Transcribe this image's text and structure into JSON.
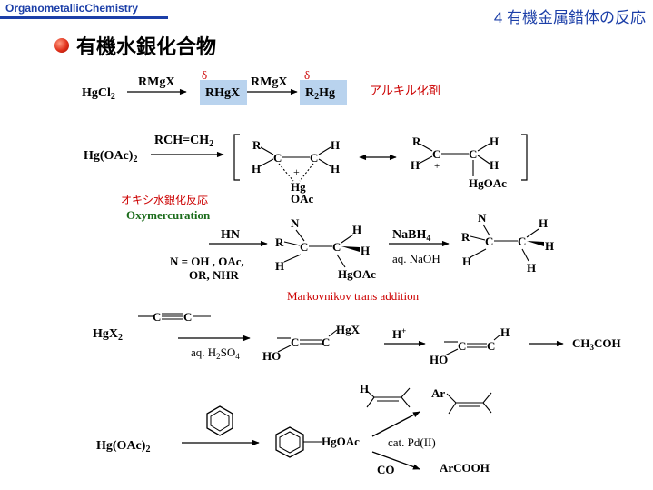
{
  "header": {
    "course": "OrganometallicChemistry",
    "chapter": "4 有機金属錯体の反応",
    "title": "有機水銀化合物"
  },
  "scheme1": {
    "reactant": "HgCl",
    "reactant_sub": "2",
    "reagent1": "RMgX",
    "delta1": "δ−",
    "product1": "RHgX",
    "reagent2": "RMgX",
    "delta2": "δ−",
    "product2_a": "R",
    "product2_sub": "2",
    "product2_b": "Hg",
    "label": "アルキル化剤"
  },
  "scheme2": {
    "reactant": "Hg(OAc)",
    "reactant_sub": "2",
    "reagent": "RCH=CH",
    "reagent_sub": "2",
    "name_jp": "オキシ水銀化反応",
    "name_en": "Oxymercuration",
    "intermediate": {
      "r": "R",
      "c1": "C",
      "c2": "C",
      "h1": "H",
      "h2": "H",
      "h3": "H",
      "plus": "+",
      "hg": "Hg",
      "oac": "OAc"
    },
    "cation": {
      "r": "R",
      "c1": "C",
      "c2": "C",
      "h1": "H",
      "h2": "H",
      "h3": "H",
      "plus": "+",
      "hgoac": "HgOAc"
    },
    "nucleophile": "HN",
    "nucleophile_note_1": "N = OH , OAc,",
    "nucleophile_note_2": "OR, NHR",
    "adduct": {
      "n": "N",
      "r": "R",
      "c1": "C",
      "c2": "C",
      "h1": "H",
      "h2": "H",
      "h3": "H",
      "hgoac": "HgOAc"
    },
    "reagent3": "NaBH",
    "reagent3_sub": "4",
    "reagent4": "aq. NaOH",
    "product": {
      "n": "N",
      "r": "R",
      "c1": "C",
      "c2": "C",
      "h1": "H",
      "h2": "H",
      "h3": "H",
      "h4": "H"
    },
    "caption": "Markovnikov trans addition"
  },
  "scheme3": {
    "reactant": "HgX",
    "reactant_sub": "2",
    "alkyne_c1": "C",
    "alkyne_c2": "C",
    "conditions": "aq. H",
    "conditions_sub1": "2",
    "conditions_mid": "SO",
    "conditions_sub2": "4",
    "int": {
      "ho": "HO",
      "c1": "C",
      "c2": "C",
      "hgx": "HgX"
    },
    "acid": "H",
    "acid_sup": "+",
    "enol": {
      "ho": "HO",
      "c1": "C",
      "c2": "C",
      "h": "H"
    },
    "product_a": "CH",
    "product_sub": "3",
    "product_b": "COH"
  },
  "scheme4": {
    "reactant": "Hg(OAc)",
    "reactant_sub": "2",
    "product": "HgOAc",
    "alkene_h": "H",
    "ar": "Ar",
    "catalyst": "cat. Pd(II)",
    "co": "CO",
    "acid": "ArCOOH"
  }
}
